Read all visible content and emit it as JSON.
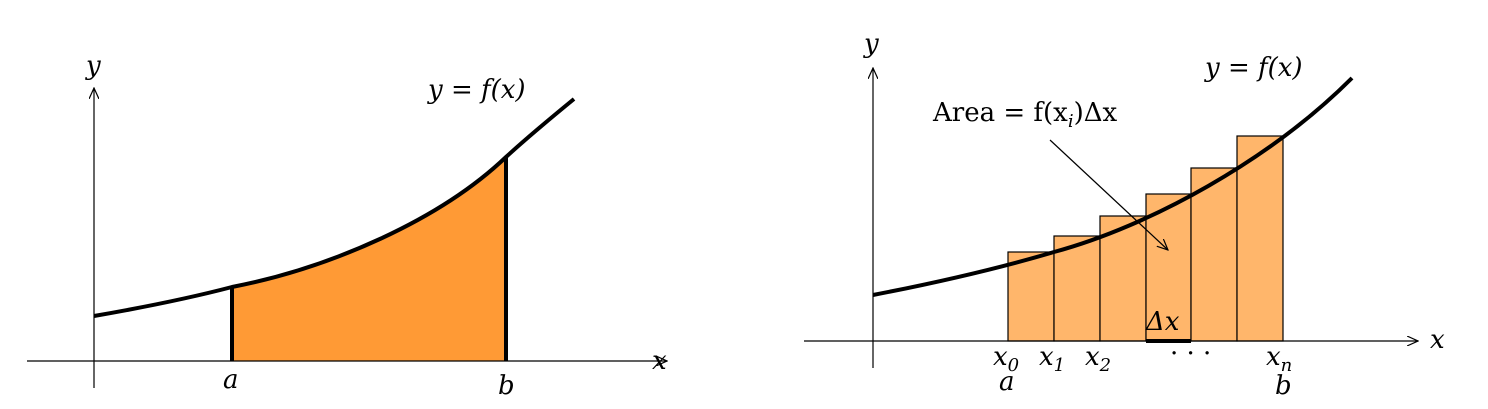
{
  "left_diagram": {
    "y_axis_label": "y",
    "x_axis_label": "x",
    "curve_label": "y = f(x)",
    "lower_bound_label": "a",
    "upper_bound_label": "b",
    "fill_color": "#FF9A35"
  },
  "right_diagram": {
    "y_axis_label": "y",
    "x_axis_label": "x",
    "curve_label": "y = f(x)",
    "area_label": "Area = f(x",
    "area_label_sub": "i",
    "area_label_tail": ")Δx",
    "delta_x_label": "Δx",
    "tick_labels": [
      {
        "base": "x",
        "sub": "0"
      },
      {
        "base": "x",
        "sub": "1"
      },
      {
        "base": "x",
        "sub": "2"
      },
      {
        "base": "· · ·",
        "sub": ""
      },
      {
        "base": "x",
        "sub": "n"
      }
    ],
    "lower_bound_label": "a",
    "upper_bound_label": "b",
    "rect_fill_color": "#FFB66B"
  }
}
